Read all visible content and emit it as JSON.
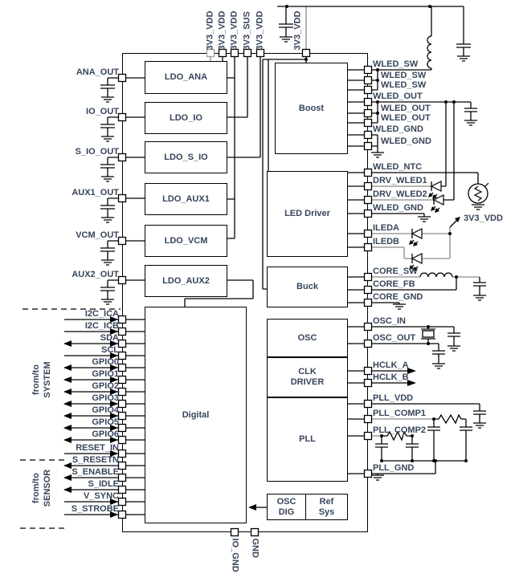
{
  "diagram": {
    "blocks": {
      "ldo_ana": "LDO_ANA",
      "ldo_io": "LDO_IO",
      "ldo_s_io": "LDO_S_IO",
      "ldo_aux1": "LDO_AUX1",
      "ldo_vcm": "LDO_VCM",
      "ldo_aux2": "LDO_AUX2",
      "digital": "Digital",
      "boost": "Boost",
      "led_driver": "LED Driver",
      "buck": "Buck",
      "osc": "OSC",
      "clk_line1": "CLK",
      "clk_line2": "DRIVER",
      "pll": "PLL",
      "osc_dig_line1": "OSC",
      "osc_dig_line2": "DIG",
      "ref_sys_line1": "Ref",
      "ref_sys_line2": "Sys"
    },
    "left_pins": [
      "ANA_OUT",
      "IO_OUT",
      "S_IO_OUT",
      "AUX1_OUT",
      "VCM_OUT",
      "AUX2_OUT",
      "I2C_ICA",
      "I2C_ICB",
      "SDA",
      "SCL",
      "GPIO0",
      "GPIO1",
      "GPIO2",
      "GPIO3",
      "GPIO4",
      "GPIO5",
      "GPIO6",
      "RESET_IN",
      "S_RESETN",
      "S_ENABLE",
      "S_IDLE",
      "V_SYNC",
      "S_STROBE"
    ],
    "right_pins": [
      "WLED_SW",
      "WLED_SW",
      "WLED_SW",
      "WLED_OUT",
      "WLED_OUT",
      "WLED_OUT",
      "WLED_GND",
      "WLED_GND",
      "WLED_NTC",
      "DRV_WLED1",
      "DRV_WLED2",
      "WLED_GND",
      "ILEDA",
      "ILEDB",
      "CORE_SW",
      "CORE_FB",
      "CORE_GND",
      "OSC_IN",
      "OSC_OUT",
      "HCLK_A",
      "HCLK_B",
      "PLL_VDD",
      "PLL_COMP1",
      "PLL_COMP2",
      "PLL_GND"
    ],
    "top_pins": [
      "3V3_VDD",
      "3V3_VDD",
      "3V3_VDD",
      "3V3_SUS",
      "3V3_VDD",
      "3V3_VDD"
    ],
    "bottom_pins": [
      "IO_GND",
      "GND"
    ],
    "groups": {
      "system_l1": "from/to",
      "system_l2": "SYSTEM",
      "sensor_l1": "from/to",
      "sensor_l2": "SENSOR"
    },
    "supply": {
      "led_rail": "3V3_VDD"
    },
    "colors": {
      "wire": "#000000",
      "highlight": "#9e9e9e",
      "text": "#36455b"
    }
  }
}
